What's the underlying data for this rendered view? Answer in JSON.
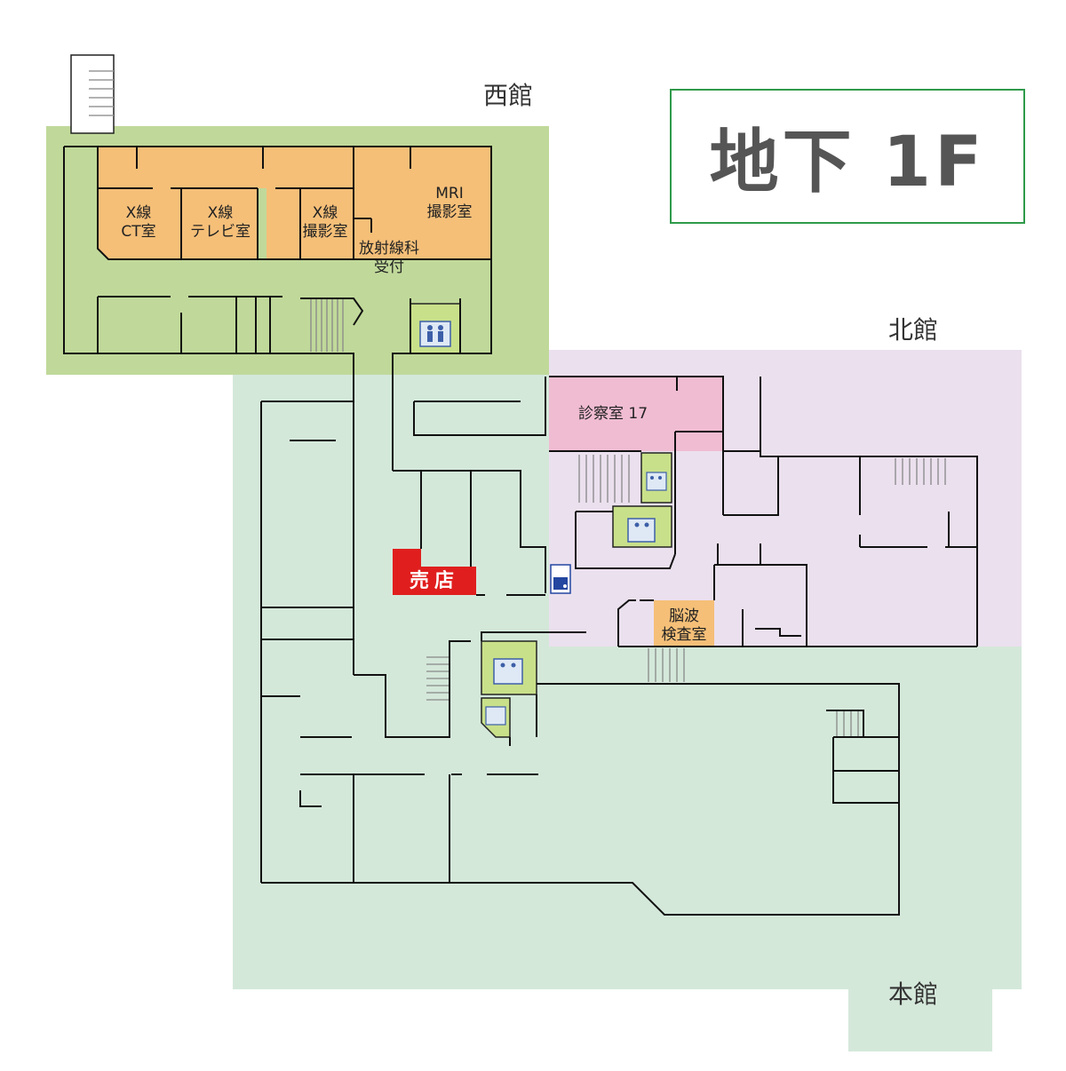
{
  "floor": {
    "label": "地下 1F"
  },
  "wings": {
    "west": "西館",
    "north": "北館",
    "main": "本館"
  },
  "rooms": {
    "xray_ct": "X線\nCT室",
    "xray_tv": "X線\nテレビ室",
    "xray": "X線\n撮影室",
    "mri": "MRI\n撮影室",
    "radiology": "放射線科\n受付",
    "exam17": "診察室 17",
    "eeg": "脳波\n検査室",
    "shop": "売店"
  },
  "icons": [
    "elevator-icon",
    "atm-icon",
    "stairs-icon"
  ],
  "colors": {
    "west_zone": "#c0d99a",
    "north_zone": "#ebe0ee",
    "main_zone": "#d4e8da",
    "radiology_rooms": "#f5bf78",
    "exam_room": "#f0bcd2",
    "shop": "#e01e1e",
    "elevator": "#c9e08a",
    "floor_border": "#2f9a4a"
  }
}
